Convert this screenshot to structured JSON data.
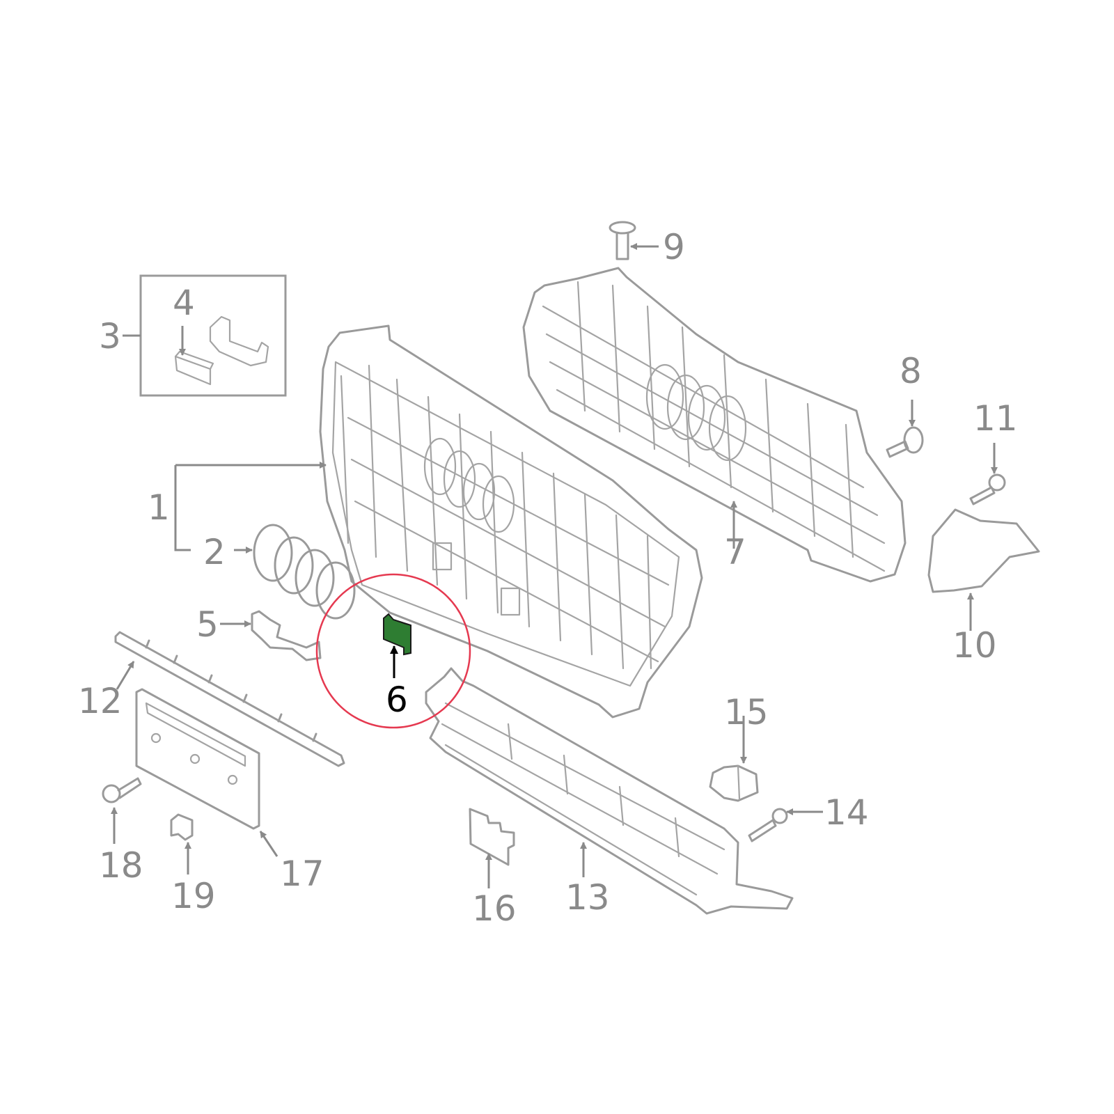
{
  "diagram": {
    "highlighted_part": "6",
    "colors": {
      "line": "#9a9a9a",
      "label": "#8a8a8a",
      "highlight_fill": "#2e7d32",
      "highlight_label": "#000000",
      "focus_circle": "#e53950"
    },
    "callouts": [
      {
        "id": "c1",
        "text": "1"
      },
      {
        "id": "c2",
        "text": "2"
      },
      {
        "id": "c3",
        "text": "3"
      },
      {
        "id": "c4",
        "text": "4"
      },
      {
        "id": "c5",
        "text": "5"
      },
      {
        "id": "c6",
        "text": "6"
      },
      {
        "id": "c7",
        "text": "7"
      },
      {
        "id": "c8",
        "text": "8"
      },
      {
        "id": "c9",
        "text": "9"
      },
      {
        "id": "c10",
        "text": "10"
      },
      {
        "id": "c11",
        "text": "11"
      },
      {
        "id": "c12",
        "text": "12"
      },
      {
        "id": "c13",
        "text": "13"
      },
      {
        "id": "c14",
        "text": "14"
      },
      {
        "id": "c15",
        "text": "15"
      },
      {
        "id": "c16",
        "text": "16"
      },
      {
        "id": "c17",
        "text": "17"
      },
      {
        "id": "c18",
        "text": "18"
      },
      {
        "id": "c19",
        "text": "19"
      }
    ]
  }
}
